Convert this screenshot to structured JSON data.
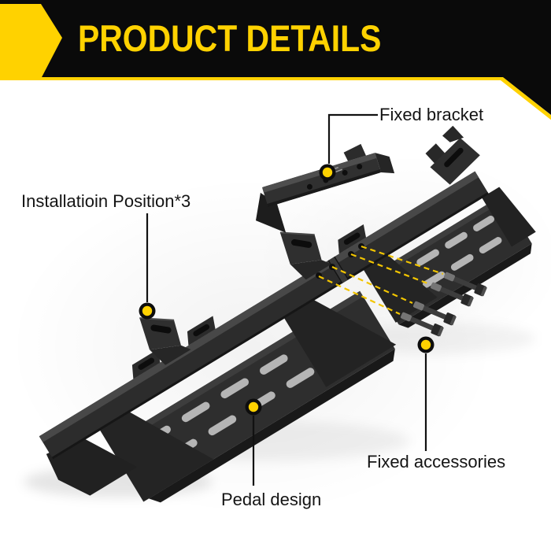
{
  "header": {
    "title": "PRODUCT DETAILS"
  },
  "labels": {
    "fixed_bracket": "Fixed bracket",
    "installation_position": "Installatioin Position*3",
    "pedal_design": "Pedal design",
    "fixed_accessories": "Fixed accessories"
  },
  "scene": {
    "subject": "side-step-bar-exploded-view",
    "bolt_count": 4,
    "step_pad_count": 2,
    "detached_bracket_count": 1,
    "callout_count": 4
  },
  "colors": {
    "accent": "#FFD200",
    "banner": "#0A0A0A",
    "label_text": "#141414",
    "dash_line": "#F2C500",
    "metal_dark": "#2C2C2C",
    "metal_highlight": "#4A4A4A",
    "slot_gray": "#B5B5B5",
    "callout_line": "#111111"
  }
}
